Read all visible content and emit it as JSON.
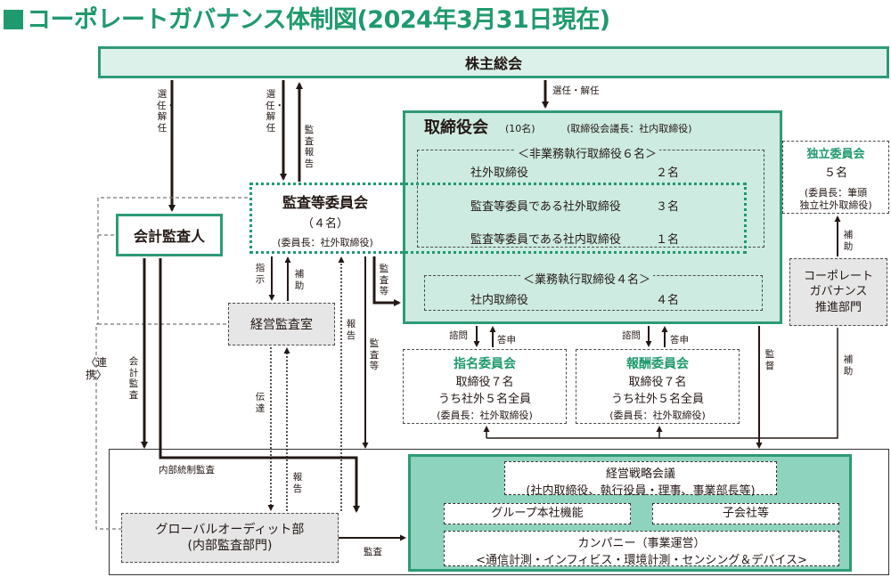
{
  "title": "コーポレートガバナンス体制図(2024年3月31日現在)",
  "shareholders": "株主総会",
  "board": {
    "title": "取締役会",
    "count": "(10名)",
    "chair": "(取締役会議長：社内取締役)",
    "nonexec_header": "＜非業務執行取締役６名＞",
    "rows": [
      {
        "label": "社外取締役",
        "value": "２名"
      },
      {
        "label": "監査等委員である社外取締役",
        "value": "３名"
      },
      {
        "label": "監査等委員である社内取締役",
        "value": "１名"
      }
    ],
    "exec_header": "＜業務執行取締役４名＞",
    "exec_row": {
      "label": "社内取締役",
      "value": "４名"
    }
  },
  "audit_committee": {
    "title": "監査等委員会",
    "count": "（４名）",
    "chair": "(委員長：社外取締役)"
  },
  "accounting_auditor": "会計監査人",
  "independent_committee": {
    "title": "独立委員会",
    "count": "５名",
    "chair_line1": "(委員長：筆頭",
    "chair_line2": "独立社外取締役)"
  },
  "mgmt_audit_office": "経営監査室",
  "cg_dept": {
    "line1": "コーポレート",
    "line2": "ガバナンス",
    "line3": "推進部門"
  },
  "nomination": {
    "title": "指名委員会",
    "line1": "取締役７名",
    "line2": "うち社外５名全員",
    "chair": "(委員長：社外取締役)"
  },
  "remuneration": {
    "title": "報酬委員会",
    "line1": "取締役７名",
    "line2": "うち社外５名全員",
    "chair": "(委員長：社外取締役)"
  },
  "exec": {
    "strategy_line1": "経営戦略会議",
    "strategy_line2": "(社内取締役、執行役員・理事、事業部長等)",
    "group_hq": "グループ本社機能",
    "subsidiaries": "子会社等",
    "company_line1": "カンパニー（事業運営）",
    "company_line2": "<通信計測・インフィビス・環境計測・センシング＆デバイス>"
  },
  "global_audit": {
    "line1": "グローバルオーディット部",
    "line2": "(内部監査部門)"
  },
  "labels": {
    "elect1": "選任・解任",
    "elect2": "選任・解任",
    "elect3": "選任・解任",
    "audit_report": "監査報告",
    "instruct": "指示",
    "assist1": "補助",
    "assist2": "補助",
    "assist3": "補助",
    "audit_etc1": "監査等",
    "audit_etc2": "監査等",
    "report1": "報告",
    "report2": "報告",
    "convey": "伝達",
    "accounting_audit": "会計監査",
    "coop": "〈連携〉",
    "consult1": "諮問",
    "answer1": "答申",
    "consult2": "諮問",
    "answer2": "答申",
    "supervise": "監督",
    "internal_control_audit": "内部統制監査",
    "audit": "監査"
  }
}
